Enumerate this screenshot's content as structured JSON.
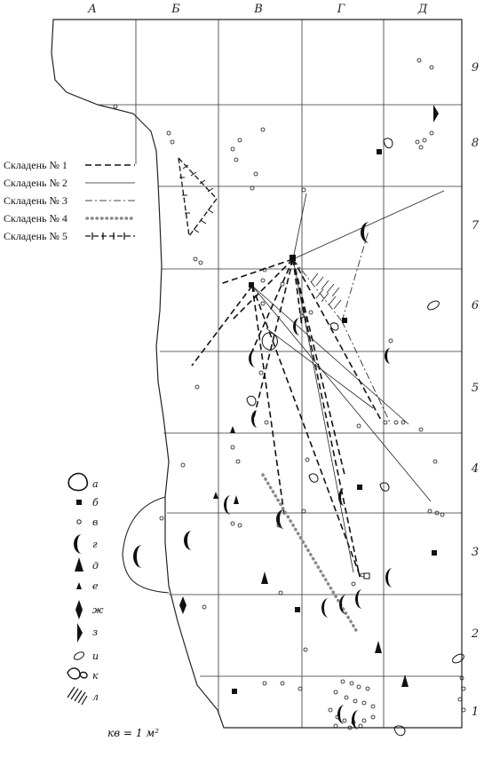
{
  "columns": [
    "А",
    "Б",
    "В",
    "Г",
    "Д"
  ],
  "rows": [
    "9",
    "8",
    "7",
    "6",
    "5",
    "4",
    "3",
    "2",
    "1"
  ],
  "refit_legend": [
    {
      "label": "Складень № 1",
      "style": "dashed-bold"
    },
    {
      "label": "Складень № 2",
      "style": "thin"
    },
    {
      "label": "Складень № 3",
      "style": "dash-dot"
    },
    {
      "label": "Складень № 4",
      "style": "dotted"
    },
    {
      "label": "Складень № 5",
      "style": "dash-tick"
    }
  ],
  "symbol_key": [
    {
      "letter": "а",
      "icon": "outline-blob-icon"
    },
    {
      "letter": "б",
      "icon": "filled-square-icon"
    },
    {
      "letter": "в",
      "icon": "small-circle-icon"
    },
    {
      "letter": "г",
      "icon": "crescent-icon"
    },
    {
      "letter": "д",
      "icon": "large-triangle-icon"
    },
    {
      "letter": "е",
      "icon": "small-triangle-icon"
    },
    {
      "letter": "ж",
      "icon": "diamond-icon"
    },
    {
      "letter": "з",
      "icon": "half-diamond-icon"
    },
    {
      "letter": "и",
      "icon": "hatched-ellipse-icon"
    },
    {
      "letter": "к",
      "icon": "double-blob-icon"
    },
    {
      "letter": "л",
      "icon": "hatch-lines-icon"
    }
  ],
  "scale_note": "кв = 1 м²",
  "colors": {
    "ink": "#111111",
    "grid": "#333333",
    "dotted": "#8a8a8a"
  }
}
